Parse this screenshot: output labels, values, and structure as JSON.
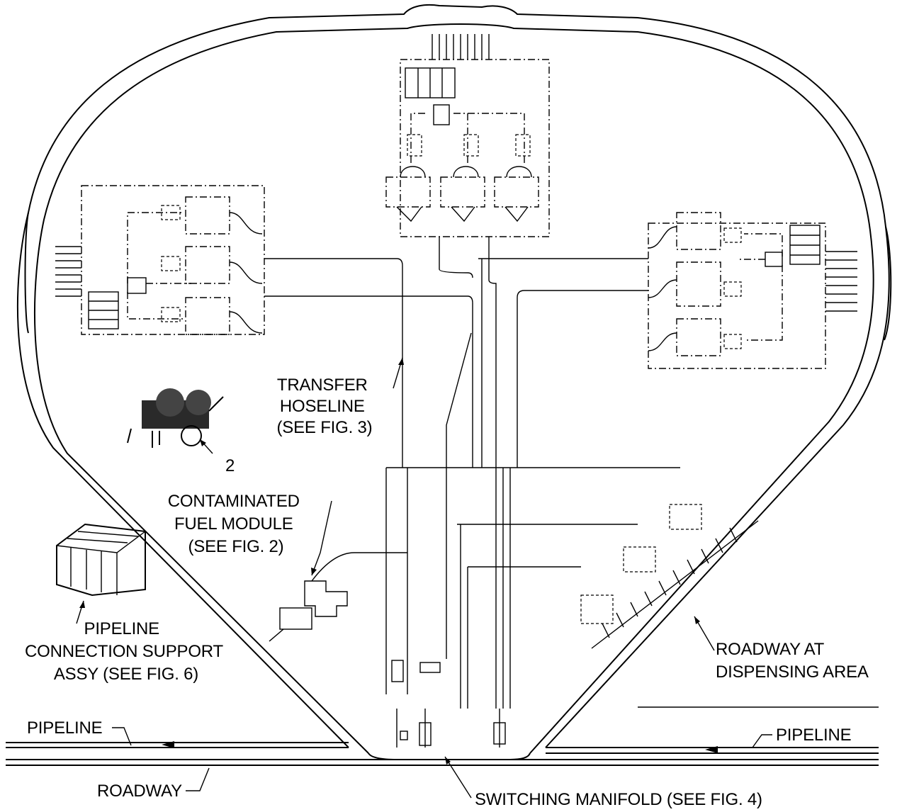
{
  "labels": {
    "transfer_hoseline": [
      "TRANSFER",
      "HOSELINE",
      "(SEE FIG. 3)"
    ],
    "item_number": "2",
    "contaminated_fuel_module": [
      "CONTAMINATED",
      "FUEL MODULE",
      "(SEE FIG. 2)"
    ],
    "pipeline_connection_support": [
      "PIPELINE",
      "CONNECTION SUPPORT",
      "ASSY (SEE FIG. 6)"
    ],
    "roadway_dispensing": [
      "ROADWAY AT",
      "DISPENSING AREA"
    ],
    "pipeline_left": "PIPELINE",
    "pipeline_right": "PIPELINE",
    "roadway": "ROADWAY",
    "switching_manifold": "SWITCHING MANIFOLD (SEE FIG. 4)"
  }
}
